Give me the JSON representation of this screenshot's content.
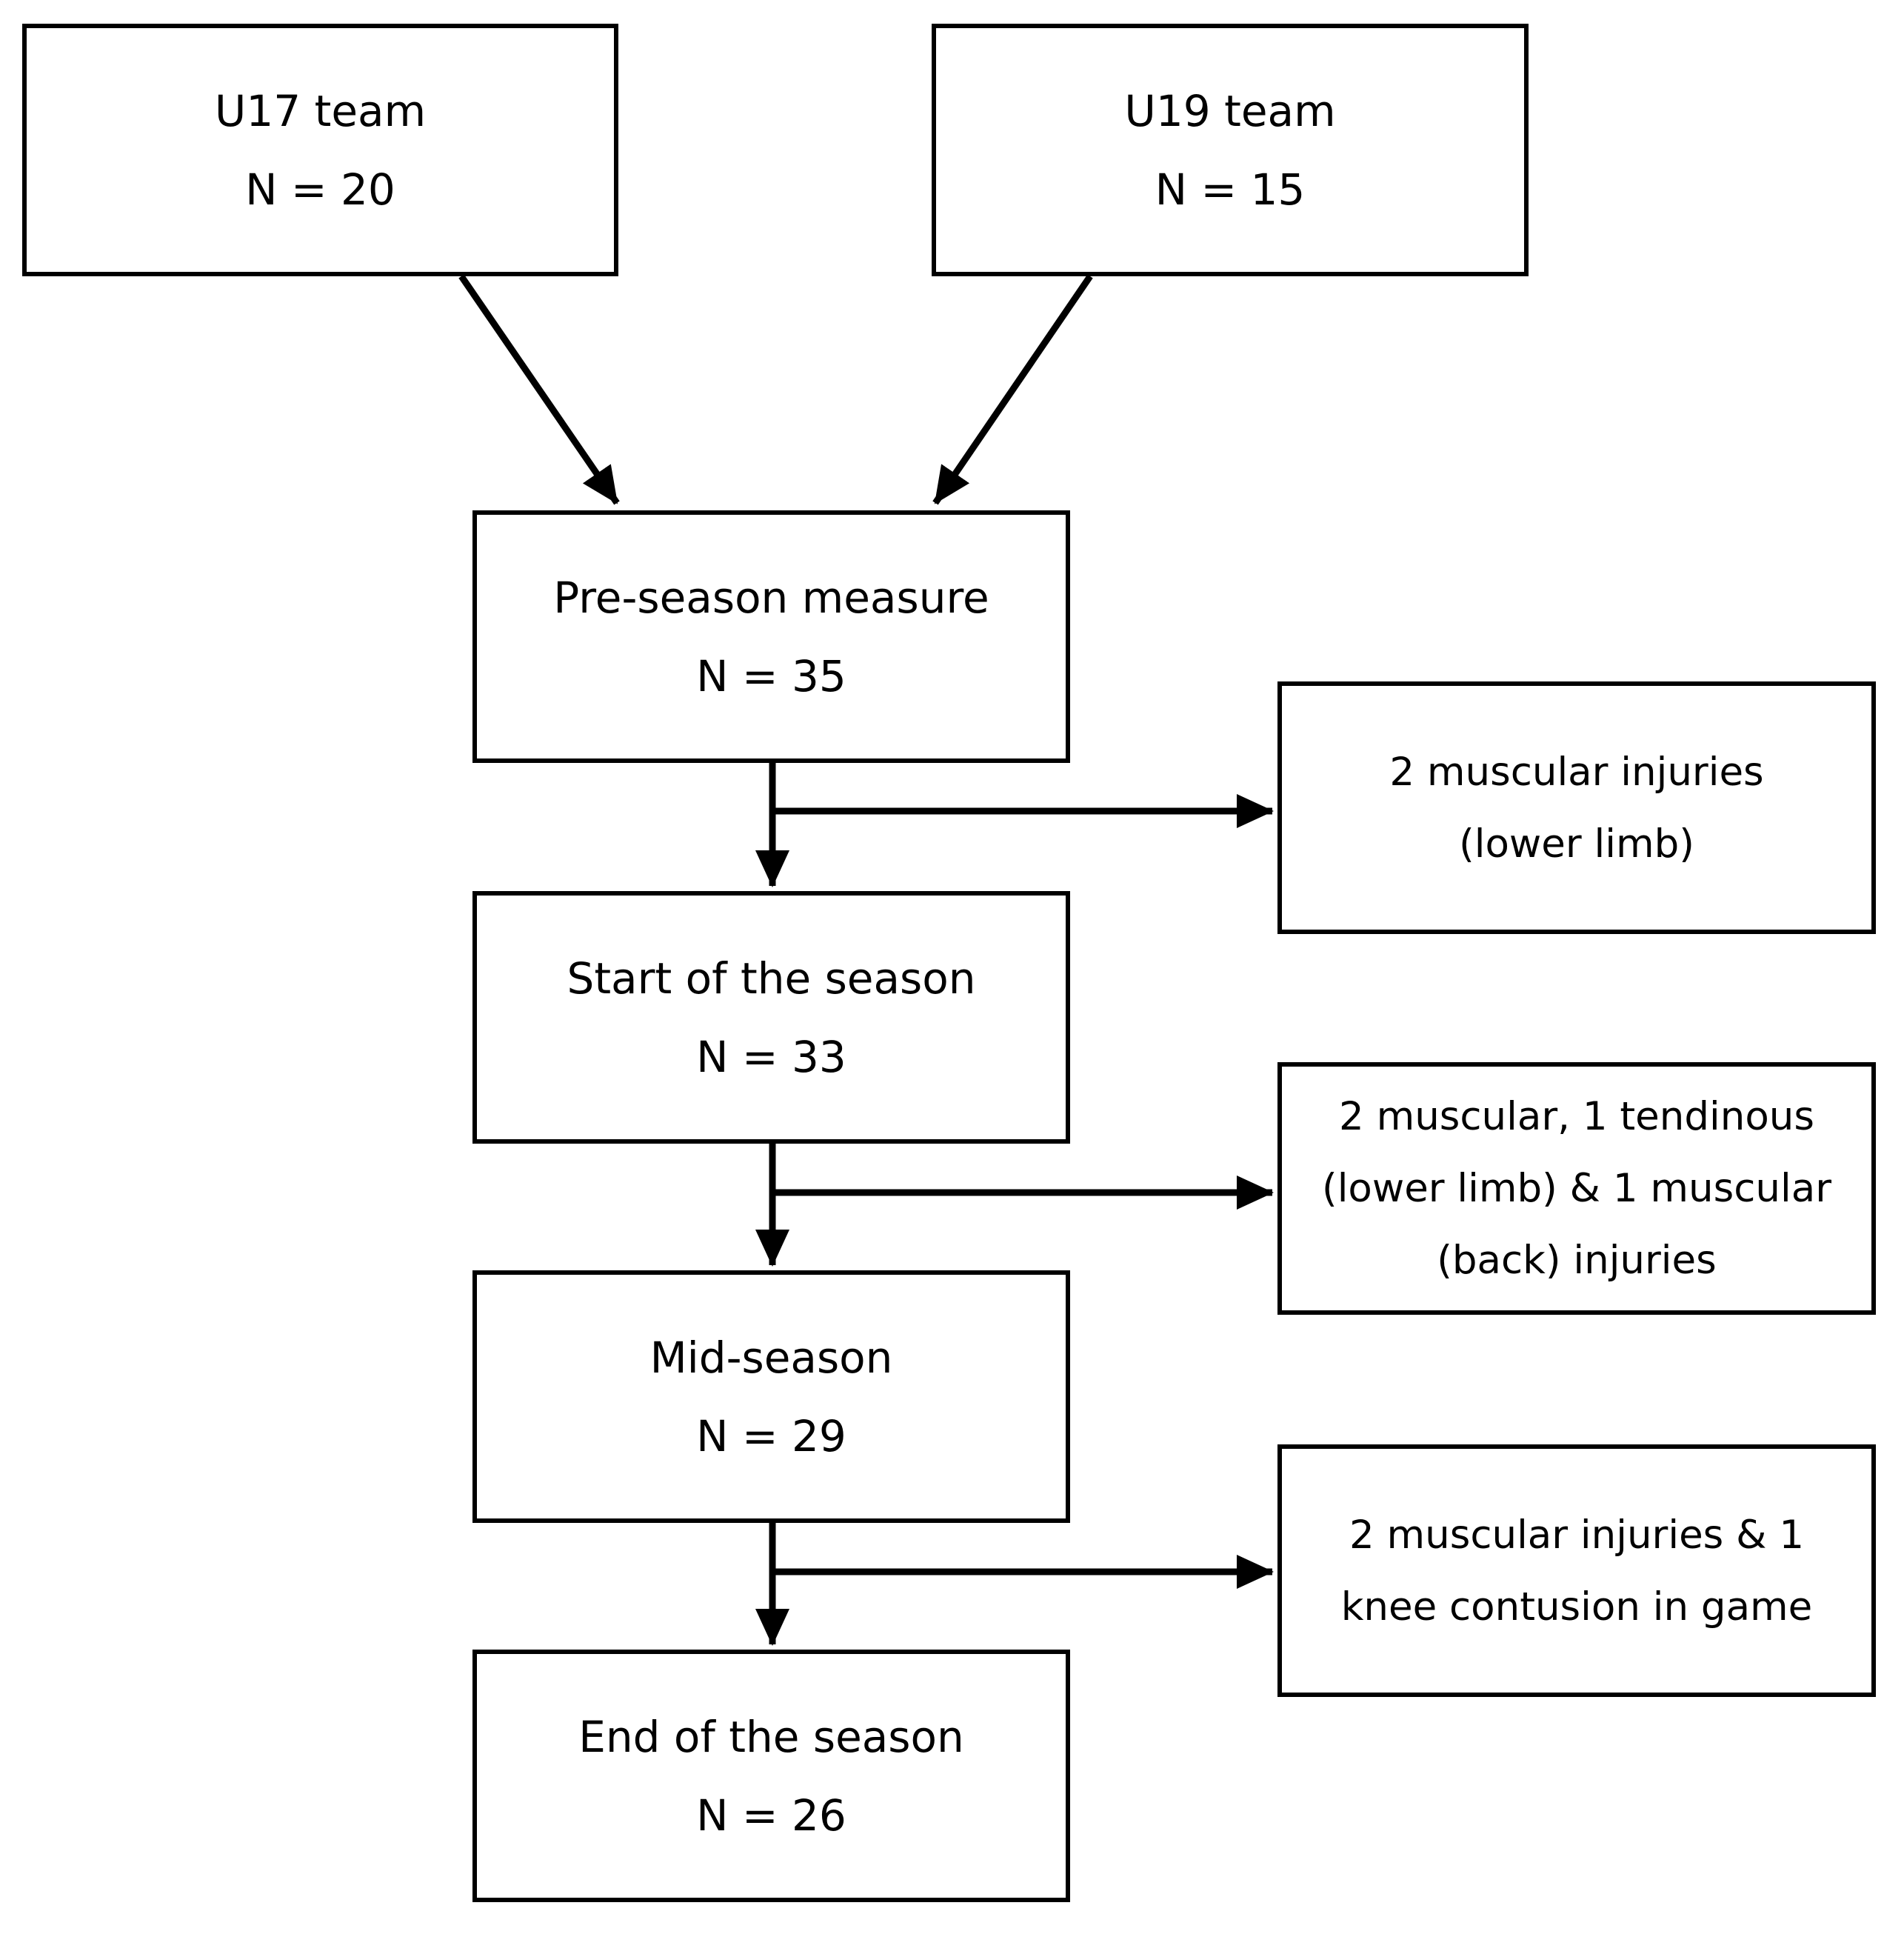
{
  "boxes": {
    "u17": {
      "line1": "U17 team",
      "line2": "N = 20"
    },
    "u19": {
      "line1": "U19 team",
      "line2": "N = 15"
    },
    "pre_season": {
      "line1": "Pre-season measure",
      "line2": "N = 35"
    },
    "start_season": {
      "line1": "Start of the season",
      "line2": "N = 33"
    },
    "mid_season": {
      "line1": "Mid-season",
      "line2": "N = 29"
    },
    "end_season": {
      "line1": "End of the season",
      "line2": "N = 26"
    }
  },
  "dropouts": {
    "after_pre_season": {
      "lines": [
        "2 muscular injuries",
        "(lower limb)"
      ]
    },
    "after_start_season": {
      "lines": [
        "2 muscular, 1 tendinous",
        "(lower limb) & 1 muscular",
        "(back) injuries"
      ]
    },
    "after_mid_season": {
      "lines": [
        "2 muscular injuries & 1",
        "knee contusion in game"
      ]
    }
  }
}
